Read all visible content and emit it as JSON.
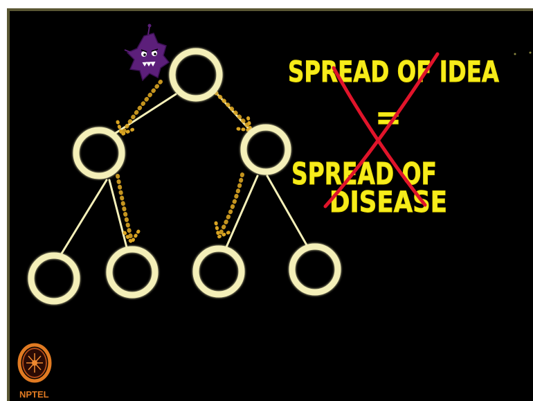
{
  "annotation": {
    "line1": "SPREAD OF IDEA",
    "line2": "=",
    "line3": "SPREAD OF",
    "line4": "DISEASE"
  },
  "logo": {
    "text": "NPTEL"
  },
  "colors": {
    "background": "#000000",
    "node_ring": "#f4efb8",
    "edge": "#f4efb8",
    "spread_arrow": "#d9a422",
    "annotation_text": "#f6ec1c",
    "cross_out": "#e0142a",
    "virus": "#5c1f7a",
    "frame_border": "#5a5734",
    "logo": "#e07a22"
  },
  "icons": [
    "virus-character-icon",
    "nptel-logo-icon"
  ]
}
